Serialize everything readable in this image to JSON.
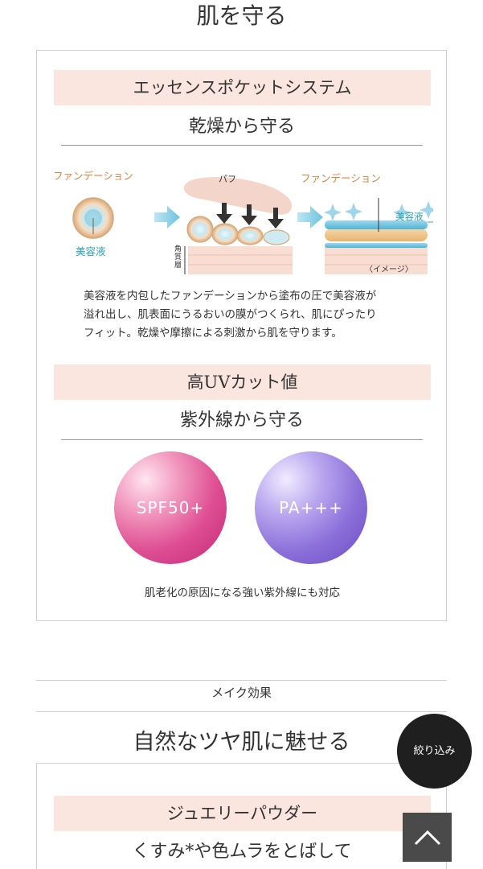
{
  "section": {
    "title": "肌を守る"
  },
  "essence": {
    "band_title": "エッセンスポケットシステム",
    "subtitle": "乾燥から守る",
    "illustration": {
      "label_foundation_left": "ファンデーション",
      "label_serum_left": "美容液",
      "label_puff": "パフ",
      "label_stratum": "角質層",
      "label_foundation_right": "ファンデーション",
      "label_serum_right": "美容液",
      "label_image": "〈イメージ〉"
    },
    "description": "美容液を内包したファンデーションから塗布の圧で美容液が\n溢れ出し、肌表面にうるおいの膜がつくられ、肌にぴったり\nフィット。乾燥や摩擦による刺激から肌を守ります。"
  },
  "uv": {
    "band_title": "高UVカット値",
    "subtitle": "紫外線から守る",
    "badges": {
      "spf": "SPF50+",
      "pa": "PA+++"
    },
    "caption": "肌老化の原因になる強い紫外線にも対応"
  },
  "make_effect": {
    "label": "メイク効果",
    "title": "自然なツヤ肌に魅せる",
    "band_title": "ジュエリーパウダー",
    "subtitle": "くすみ*や色ムラをとばして"
  },
  "controls": {
    "filter_label": "絞り込み"
  },
  "colors": {
    "band": "#fbe6df",
    "accent_teal": "#2ba2b8",
    "accent_orange": "#e4803b",
    "spf_pink": "#df4f93",
    "pa_purple": "#8c6fd9"
  }
}
